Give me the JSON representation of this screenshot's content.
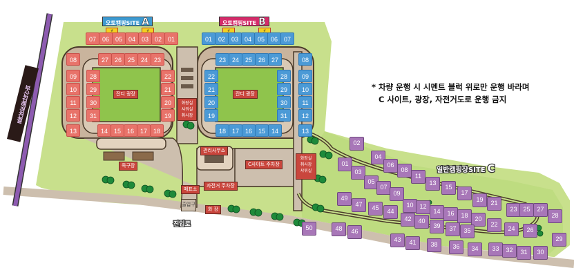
{
  "map": {
    "notice": {
      "line1": "* 차량 운행 시 시멘트 블럭 위로만 운행 바라며",
      "line2": "C 사이트, 광장, 자전거도로 운행 금지"
    },
    "railway_label": "부산김해경전철",
    "entrance_road_label": "진입로",
    "site_a": {
      "title": "오토캠핑SITE",
      "letter": "A",
      "color": "#e8736a",
      "plaza_label": "잔디 광장",
      "sites": [
        "01",
        "02",
        "03",
        "04",
        "05",
        "06",
        "07",
        "08",
        "09",
        "10",
        "11",
        "12",
        "13",
        "14",
        "15",
        "16",
        "17",
        "18",
        "19",
        "20",
        "21",
        "22",
        "23",
        "24",
        "25",
        "26",
        "27",
        "28",
        "29",
        "30",
        "31"
      ]
    },
    "site_b": {
      "title": "오토캠핑SITE",
      "letter": "B",
      "color": "#4b9ad6",
      "plaza_label": "잔디 광장",
      "sites": [
        "01",
        "02",
        "03",
        "04",
        "05",
        "06",
        "07",
        "08",
        "09",
        "10",
        "11",
        "12",
        "13",
        "14",
        "15",
        "16",
        "17",
        "18",
        "19",
        "20",
        "21",
        "22",
        "23",
        "24",
        "25",
        "26",
        "27",
        "28",
        "29",
        "30",
        "31"
      ]
    },
    "site_c": {
      "title": "일반캠핑장SITE",
      "letter": "C",
      "color": "#a877b8",
      "sites": [
        "01",
        "02",
        "03",
        "04",
        "05",
        "06",
        "07",
        "08",
        "09",
        "10",
        "11",
        "12",
        "13",
        "14",
        "15",
        "16",
        "17",
        "18",
        "19",
        "20",
        "21",
        "22",
        "23",
        "24",
        "25",
        "26",
        "27",
        "28",
        "29",
        "30",
        "31",
        "32",
        "33",
        "34",
        "35",
        "36",
        "37",
        "38",
        "39",
        "40",
        "41",
        "42",
        "43",
        "44",
        "45",
        "46",
        "47",
        "48",
        "49",
        "50"
      ]
    },
    "facilities": {
      "center_restroom": "화장실\n샤워실\n취사장",
      "east_restroom": "화장실\n취사장\n샤워실",
      "football": "족구장",
      "admin_office": "관리사무소",
      "c_parking": "C사이트 주차장",
      "bicycle_parking": "자전거 주차장",
      "ticket_booth": "매표소",
      "gate": "출입구",
      "restroom": "화 장"
    }
  }
}
